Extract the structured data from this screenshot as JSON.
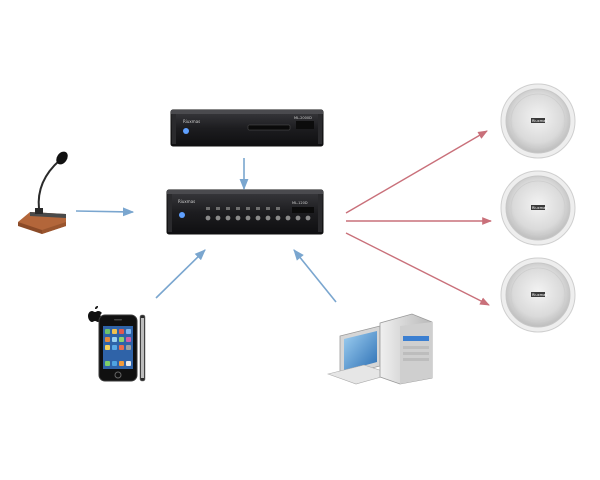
{
  "colors": {
    "background": "#ffffff",
    "input_arrow": "#7aa6cf",
    "output_arrow": "#c9707a",
    "rack_body": "#1c1c1e",
    "rack_panel": "#2b2b2e",
    "speaker_ring": "#d9d9d9",
    "mic_base": "#b3663a"
  },
  "devices": {
    "player": {
      "icon": "cd-player-rack-icon",
      "brand": "Riuxmas",
      "model_text": "ML-2000D"
    },
    "amplifier": {
      "icon": "mixer-amplifier-rack-icon",
      "brand": "Riuxmas",
      "model_text": "ML-120D"
    },
    "microphone": {
      "icon": "paging-microphone-icon"
    },
    "phone": {
      "icon": "smartphone-icon"
    },
    "computer": {
      "icon": "desktop-computer-icon"
    },
    "speakers": [
      {
        "icon": "ceiling-speaker-icon",
        "brand": "Riuxmas"
      },
      {
        "icon": "ceiling-speaker-icon",
        "brand": "Riuxmas"
      },
      {
        "icon": "ceiling-speaker-icon",
        "brand": "Riuxmas"
      }
    ]
  }
}
